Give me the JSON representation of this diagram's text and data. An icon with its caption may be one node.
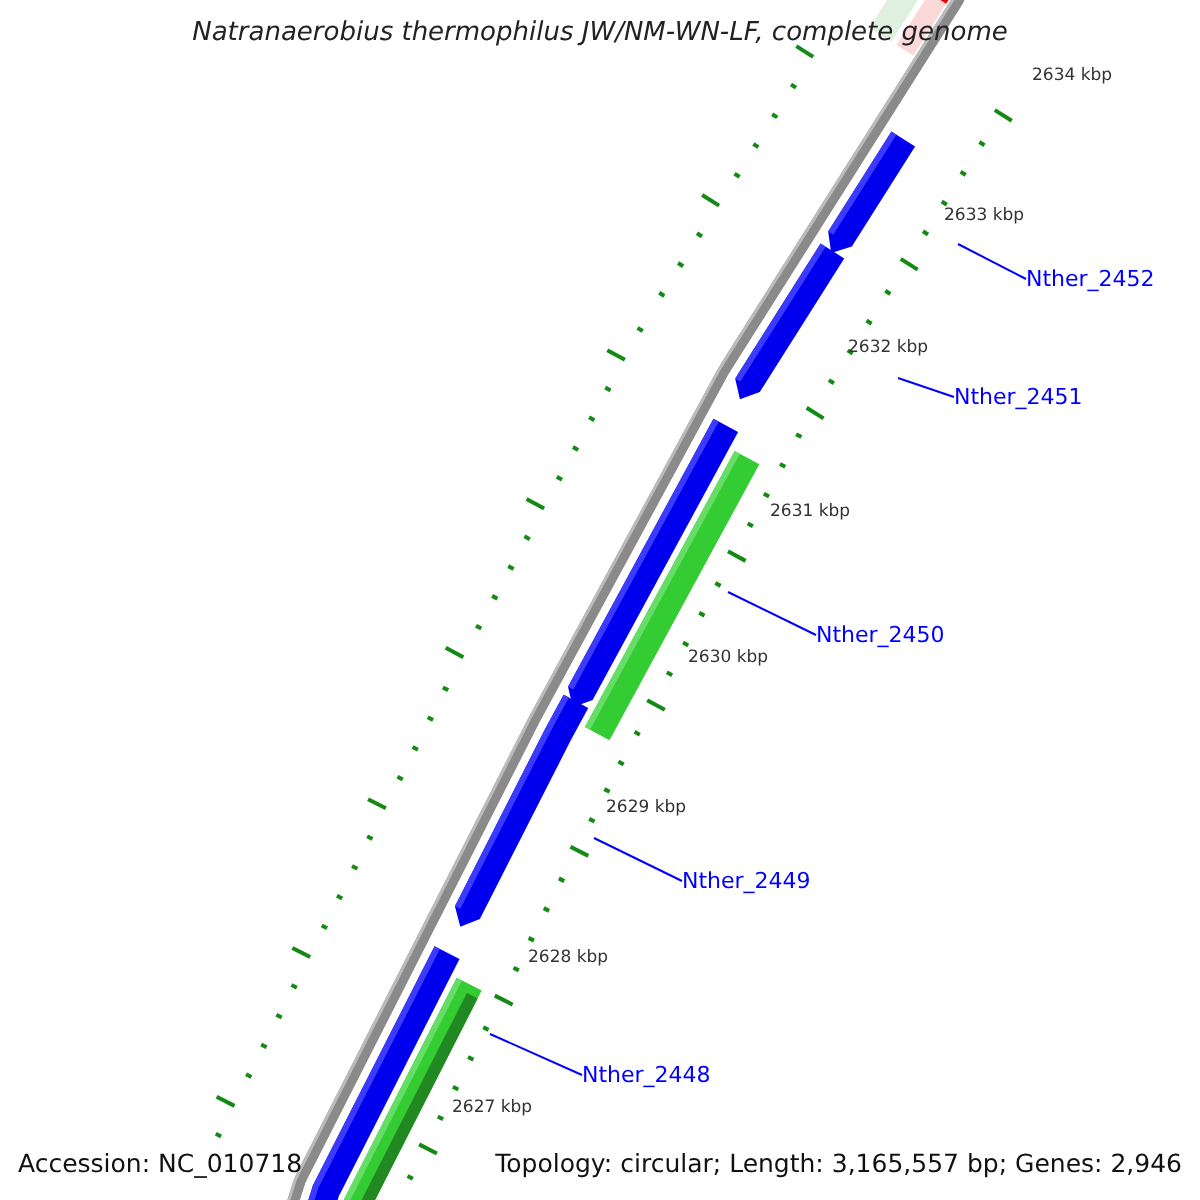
{
  "diagram": {
    "title": "Natranaerobius thermophilus JW/NM-WN-LF, complete genome",
    "nodes": [
      {
        "text": [
          "Nther_2452"
        ]
      },
      {
        "text": [
          "Nther_2451"
        ]
      },
      {
        "text": [
          "Nther_2450"
        ]
      },
      {
        "text": [
          "Nther_2449"
        ]
      },
      {
        "text": [
          "Nther_2448"
        ]
      }
    ],
    "edges": [
      {
        "from": 0,
        "to": null,
        "arrow": "none"
      },
      {
        "from": 1,
        "to": null,
        "arrow": "none"
      },
      {
        "from": 2,
        "to": null,
        "arrow": "none"
      },
      {
        "from": 3,
        "to": null,
        "arrow": "none"
      },
      {
        "from": 4,
        "to": null,
        "arrow": "none"
      }
    ],
    "labels": [
      "2634 kbp",
      "2633 kbp",
      "2632 kbp",
      "2631 kbp",
      "2630 kbp",
      "2629 kbp",
      "2628 kbp",
      "2627 kbp",
      "Accession: NC_010718",
      "Topology: circular; Length: 3,165,557 bp; Genes: 2,946"
    ]
  }
}
